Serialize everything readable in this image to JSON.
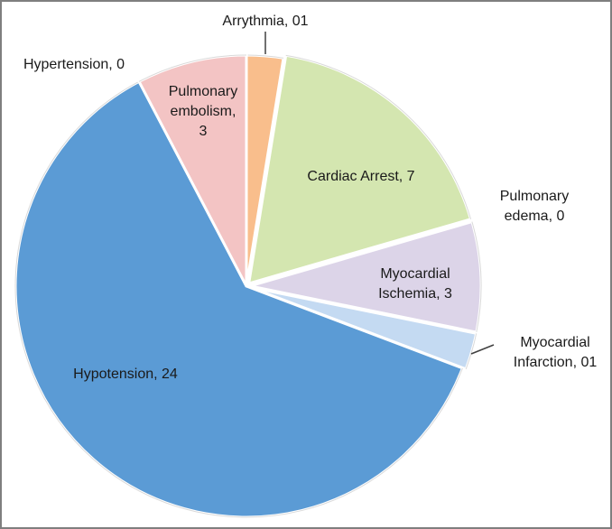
{
  "chart_data": {
    "type": "pie",
    "title": "",
    "slices": [
      {
        "label": "Arrythmia, 01",
        "value": 1,
        "color": "#f9be8c"
      },
      {
        "label": "Cardiac Arrest, 7",
        "value": 7,
        "color": "#d4e6b0"
      },
      {
        "label": "Pulmonary edema, 0",
        "value": 0,
        "color": "#d8e4f0"
      },
      {
        "label": "Myocardial Ischemia, 3",
        "value": 3,
        "color": "#dcd4e8"
      },
      {
        "label": "Myocardial Infarction, 01",
        "value": 1,
        "color": "#c4daf2"
      },
      {
        "label": "Hypotension, 24",
        "value": 24,
        "color": "#5b9bd5"
      },
      {
        "label": "Hypertension, 0",
        "value": 0,
        "color": "#f3c8c8"
      },
      {
        "label": "Pulmonary embolism, 3",
        "value": 3,
        "color": "#f3c4c4"
      }
    ],
    "legend": "none"
  }
}
